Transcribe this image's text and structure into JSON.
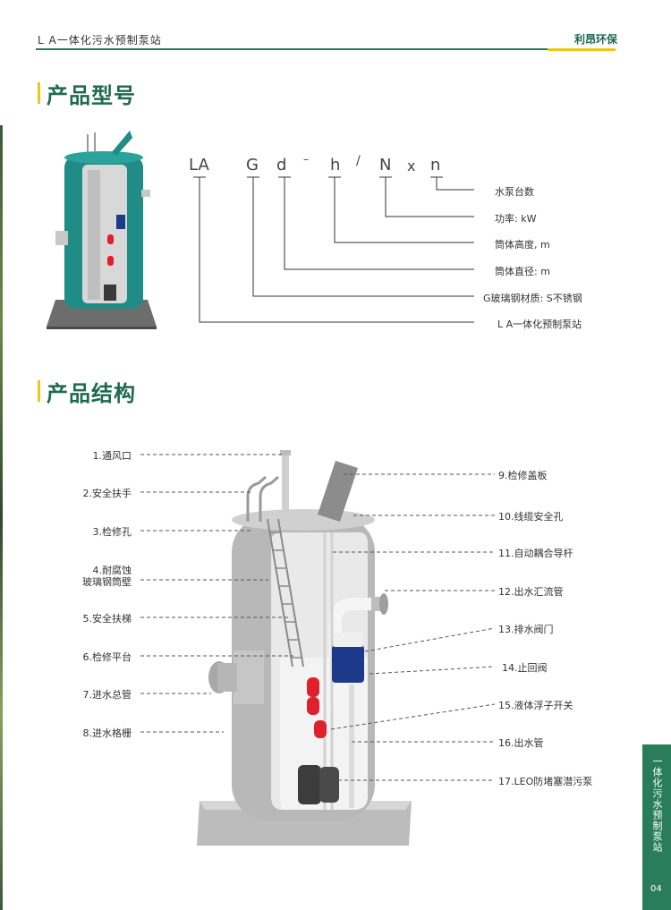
{
  "header": {
    "title": "L A一体化污水预制泵站",
    "brand": "利昂环保"
  },
  "model_section": {
    "title": "产品型号",
    "code_letters": [
      "LA",
      "G",
      "d",
      "–",
      "h",
      "/",
      "N",
      "x",
      "n"
    ],
    "descriptions": [
      "水泵台数",
      "功率: kW",
      "筒体高度, m",
      "筒体直径: m",
      "G玻璃钢材质: S不锈钢",
      "L A一体化预制泵站"
    ]
  },
  "structure_section": {
    "title": "产品结构",
    "left_labels": [
      "1.通风口",
      "2.安全扶手",
      "3.检修孔",
      "4.耐腐蚀",
      "玻璃钢筒壁",
      "5.安全扶梯",
      "6.检修平台",
      "7.进水总管",
      "8.进水格栅"
    ],
    "right_labels": [
      "9.检修盖板",
      "10.线缆安全孔",
      "11.自动耦合导杆",
      "12.出水汇流管",
      "13.排水阀门",
      "14.止回阀",
      "15.液体浮子开关",
      "16.出水管",
      "17.LEO防堵塞潜污泵"
    ]
  },
  "side_tab": {
    "text": "一体化污水预制泵站",
    "page_number": "04"
  },
  "colors": {
    "brand_green": "#1e6a4f",
    "accent_yellow": "#f0c419",
    "tank_teal": "#1f8c86",
    "float_red": "#e0202a",
    "pump_blue": "#1d3a8a"
  }
}
